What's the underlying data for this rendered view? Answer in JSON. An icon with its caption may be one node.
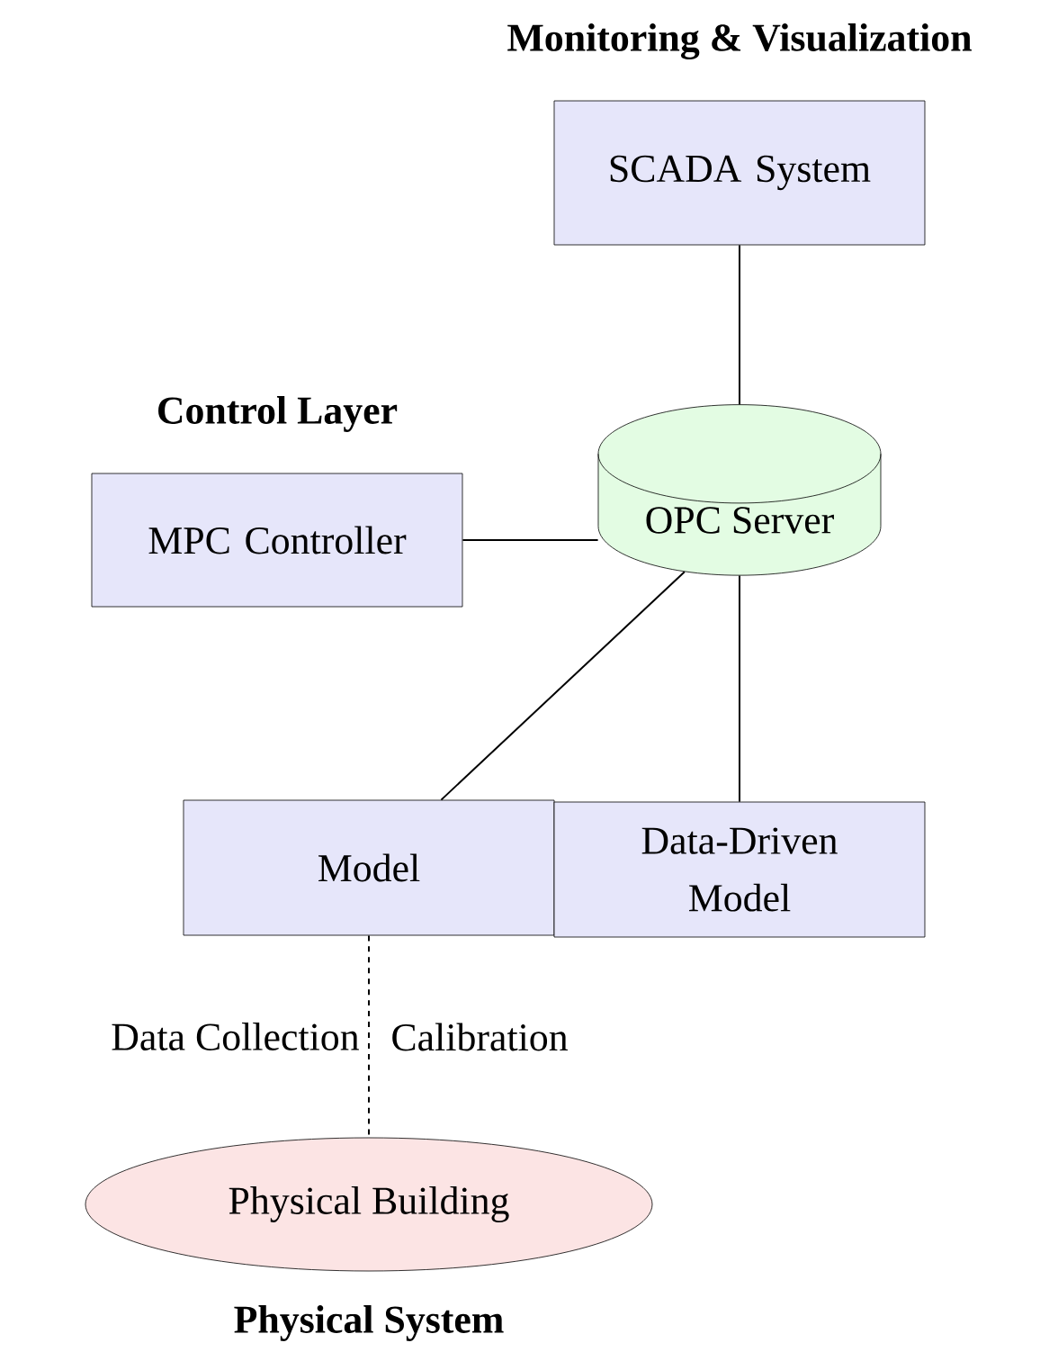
{
  "diagram": {
    "nodes": [
      {
        "text": [
          "SCADA System"
        ]
      },
      {
        "text": [
          "MPC Controller"
        ]
      },
      {
        "text": [
          "OPC Server"
        ]
      },
      {
        "text": [
          "Model"
        ]
      },
      {
        "text": [
          "Data-Driven Model"
        ]
      },
      {
        "text": [
          "Physical Building"
        ]
      }
    ],
    "edges": [
      {
        "from": 0,
        "to": 2,
        "arrow": "none"
      },
      {
        "from": 1,
        "to": 2,
        "arrow": "none"
      },
      {
        "from": 2,
        "to": 3,
        "arrow": "none"
      },
      {
        "from": 2,
        "to": 4,
        "arrow": "none"
      },
      {
        "from": 3,
        "to": 5,
        "arrow": "none",
        "style": "dashed",
        "label": "Data Collection"
      }
    ],
    "labels": [
      "Monitoring & Visualization",
      "Control Layer",
      "Calibration",
      "Physical System"
    ]
  }
}
